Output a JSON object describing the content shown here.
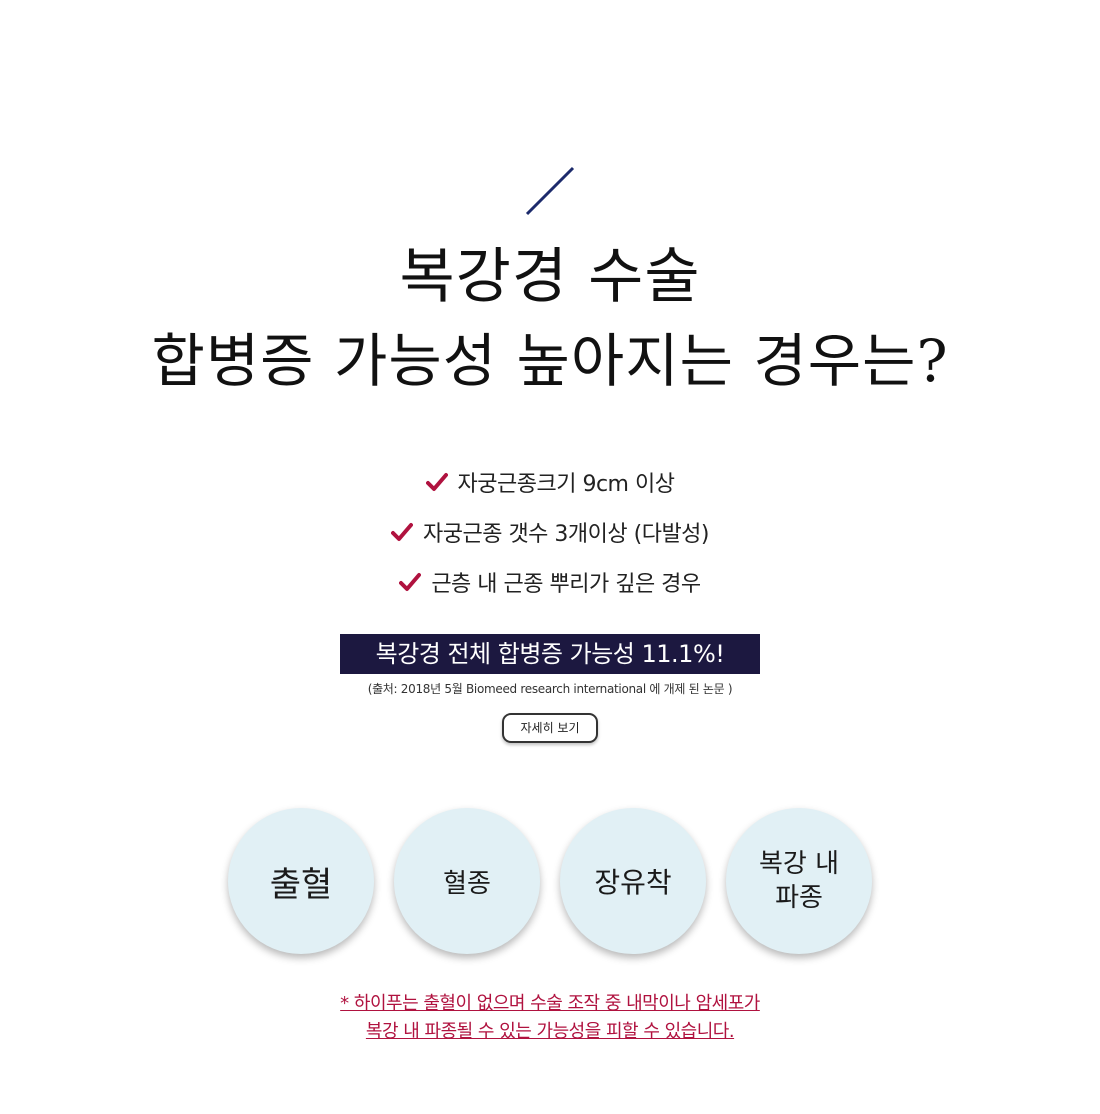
{
  "headline": {
    "line1": "복강경 수술",
    "line2": "합병증 가능성 높아지는 경우는?"
  },
  "checklist": [
    "자궁근종크기 9cm 이상",
    "자궁근종 갯수 3개이상 (다발성)",
    "근층 내 근종 뿌리가 깊은 경우"
  ],
  "stat": {
    "banner": "복강경 전체 합병증 가능성 11.1%!",
    "source": "(출처: 2018년 5월 Biomeed research international 에 개제 된 논문 )"
  },
  "more_button_label": "자세히 보기",
  "complications": [
    "출혈",
    "혈종",
    "장유착",
    "복강 내\n파종"
  ],
  "note": {
    "line1": "* 하이푸는 출혈이 없으며 수술 조작 중 내막이나 암세포가",
    "line2": "복강 내 파종될 수 있는 가능성을 피할 수 있습니다."
  },
  "colors": {
    "accent_navy": "#1c1840",
    "check_red": "#b0123f",
    "circle_fill": "#e1f0f5",
    "note_red": "#b0123f"
  },
  "icons": {
    "check": "check-mark-icon",
    "divider": "slash-divider-icon"
  }
}
